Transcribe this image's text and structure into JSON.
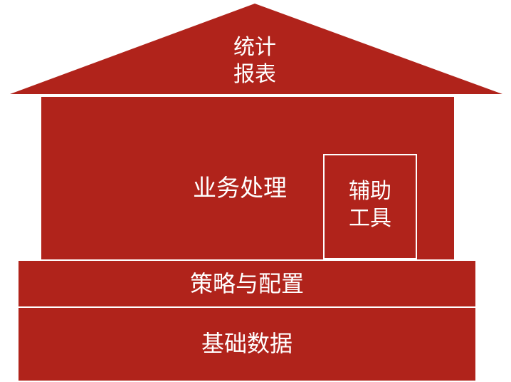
{
  "colors": {
    "fill": "#b0231b",
    "text": "#ffffff",
    "outline": "#ffffff"
  },
  "roof": {
    "line1": "统计",
    "line2": "报表"
  },
  "body": {
    "label": "业务处理"
  },
  "aux": {
    "line1": "辅助",
    "line2": "工具"
  },
  "strategy": {
    "label": "策略与配置"
  },
  "base": {
    "label": "基础数据"
  }
}
